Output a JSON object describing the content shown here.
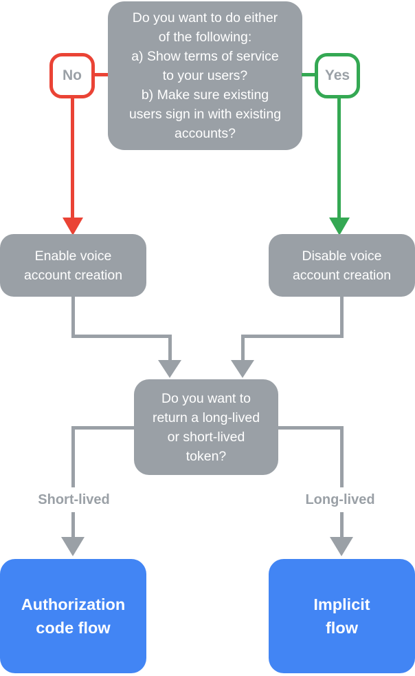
{
  "diagram": {
    "type": "flowchart",
    "colors": {
      "node_gray": "#9AA0A6",
      "branch_no_red": "#EA4335",
      "branch_yes_green": "#34A853",
      "result_blue": "#4285F4",
      "node_text": "#FFFFFF",
      "badge_label_text": "#9AA0A6",
      "background": "#FFFFFF"
    },
    "nodes": {
      "question_top": {
        "text": "Do you want to do either\nof the following:\na) Show terms of service\nto your users?\nb) Make sure existing\nusers sign in with existing\naccounts?"
      },
      "enable_voice": {
        "text": "Enable voice\naccount creation"
      },
      "disable_voice": {
        "text": "Disable voice\naccount creation"
      },
      "question_token": {
        "text": "Do you want to\nreturn a long-lived\nor short-lived\ntoken?"
      },
      "auth_code_flow": {
        "text": "Authorization\ncode flow"
      },
      "implicit_flow": {
        "text": "Implicit\nflow"
      }
    },
    "edge_labels": {
      "no": "No",
      "yes": "Yes",
      "short_lived": "Short-lived",
      "long_lived": "Long-lived"
    }
  }
}
